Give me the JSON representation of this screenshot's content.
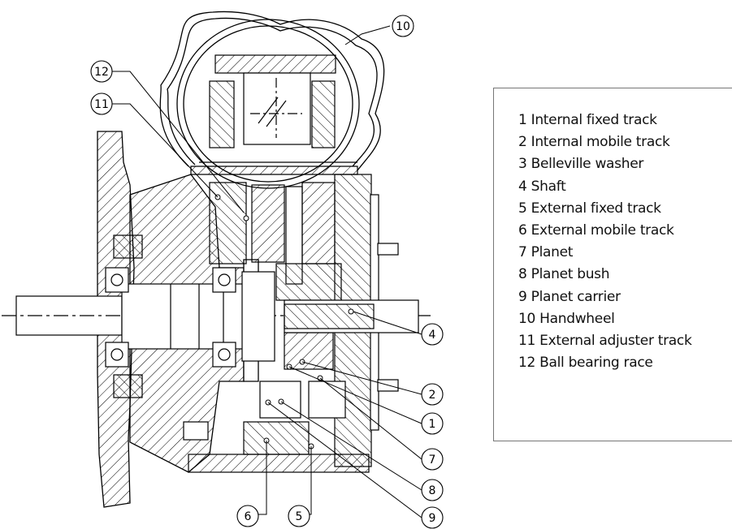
{
  "figure": {
    "callouts": [
      "1",
      "2",
      "4",
      "5",
      "6",
      "7",
      "8",
      "9",
      "10",
      "11",
      "12"
    ]
  },
  "legend": {
    "items": [
      "1 Internal fixed track",
      "2 Internal mobile track",
      "3 Belleville washer",
      "4 Shaft",
      "5 External fixed track",
      "6 External mobile track",
      "7 Planet",
      "8 Planet bush",
      "9 Planet carrier",
      "10 Handwheel",
      "11 External adjuster track",
      "12 Ball bearing race"
    ]
  }
}
